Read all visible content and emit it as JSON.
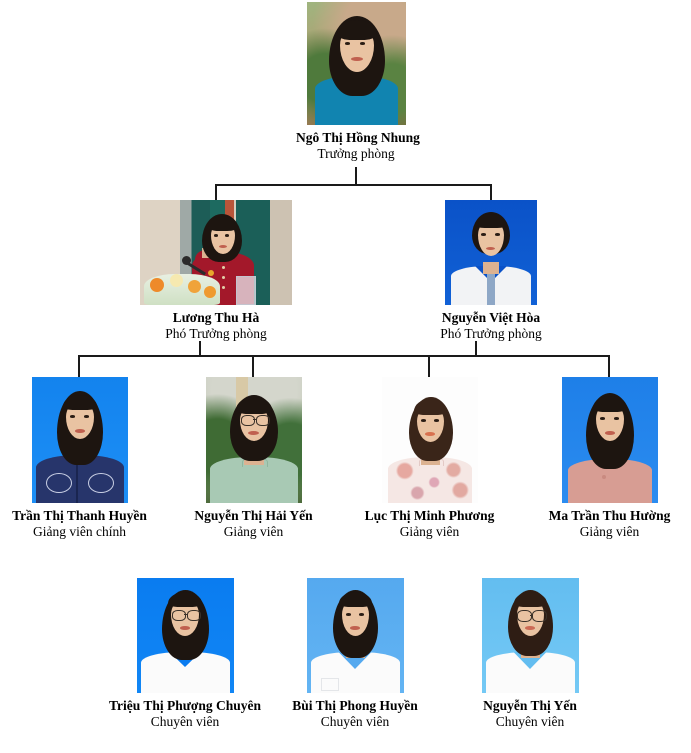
{
  "chart": {
    "type": "org-chart",
    "title": "",
    "levels": [
      {
        "level": 1,
        "nodes": [
          {
            "id": "head",
            "name": "Ngô Thị Hồng Nhung",
            "role": "Trưởng phòng",
            "photo": {
              "style": "outdoor-portrait",
              "background": "#8fa36a",
              "clothing": "#1184b0"
            }
          }
        ]
      },
      {
        "level": 2,
        "nodes": [
          {
            "id": "deputy-1",
            "name": "Lương Thu Hà",
            "role": "Phó Trưởng phòng",
            "photo": {
              "style": "podium-speech",
              "background": "#d6cdbf",
              "clothing": "#a3182a"
            }
          },
          {
            "id": "deputy-2",
            "name": "Nguyễn Việt Hòa",
            "role": "Phó Trưởng phòng",
            "photo": {
              "style": "id-portrait",
              "background": "#0a52c8",
              "clothing": "#f2f3f5"
            }
          }
        ]
      },
      {
        "level": 3,
        "nodes": [
          {
            "id": "lecturer-1",
            "name": "Trần Thị Thanh Huyền",
            "role": "Giảng viên chính",
            "photo": {
              "style": "id-portrait",
              "background": "#1383ee",
              "clothing": "#27356b"
            }
          },
          {
            "id": "lecturer-2",
            "name": "Nguyễn Thị Hải Yến",
            "role": "Giảng viên",
            "photo": {
              "style": "outdoor-portrait",
              "background": "#8fa578",
              "clothing": "#a8c9b4"
            }
          },
          {
            "id": "lecturer-3",
            "name": "Lục Thị Minh Phương",
            "role": "Giảng viên",
            "photo": {
              "style": "white-portrait",
              "background": "#fdfdfd",
              "clothing": "#f0dcd9"
            }
          },
          {
            "id": "lecturer-4",
            "name": "Ma Trần Thu Hường",
            "role": "Giảng viên",
            "photo": {
              "style": "id-portrait",
              "background": "#1e7fe8",
              "clothing": "#d79d93"
            }
          }
        ]
      },
      {
        "level": 4,
        "nodes": [
          {
            "id": "specialist-1",
            "name": "Triệu Thị Phượng Chuyên",
            "role": "Chuyên viên",
            "photo": {
              "style": "id-portrait",
              "background": "#0a7cf0",
              "clothing": "#fbfbfb"
            }
          },
          {
            "id": "specialist-2",
            "name": "Bùi Thị Phong Huyền",
            "role": "Chuyên viên",
            "photo": {
              "style": "id-portrait",
              "background": "#55a9ef",
              "clothing": "#fbfbfb"
            }
          },
          {
            "id": "specialist-3",
            "name": "Nguyễn Thị Yến",
            "role": "Chuyên viên",
            "photo": {
              "style": "id-portrait",
              "background": "#63bdf0",
              "clothing": "#fbfbfb"
            }
          }
        ]
      }
    ]
  },
  "colors": {
    "connector": "#1a1a1a",
    "text": "#000000",
    "background": "#ffffff"
  }
}
